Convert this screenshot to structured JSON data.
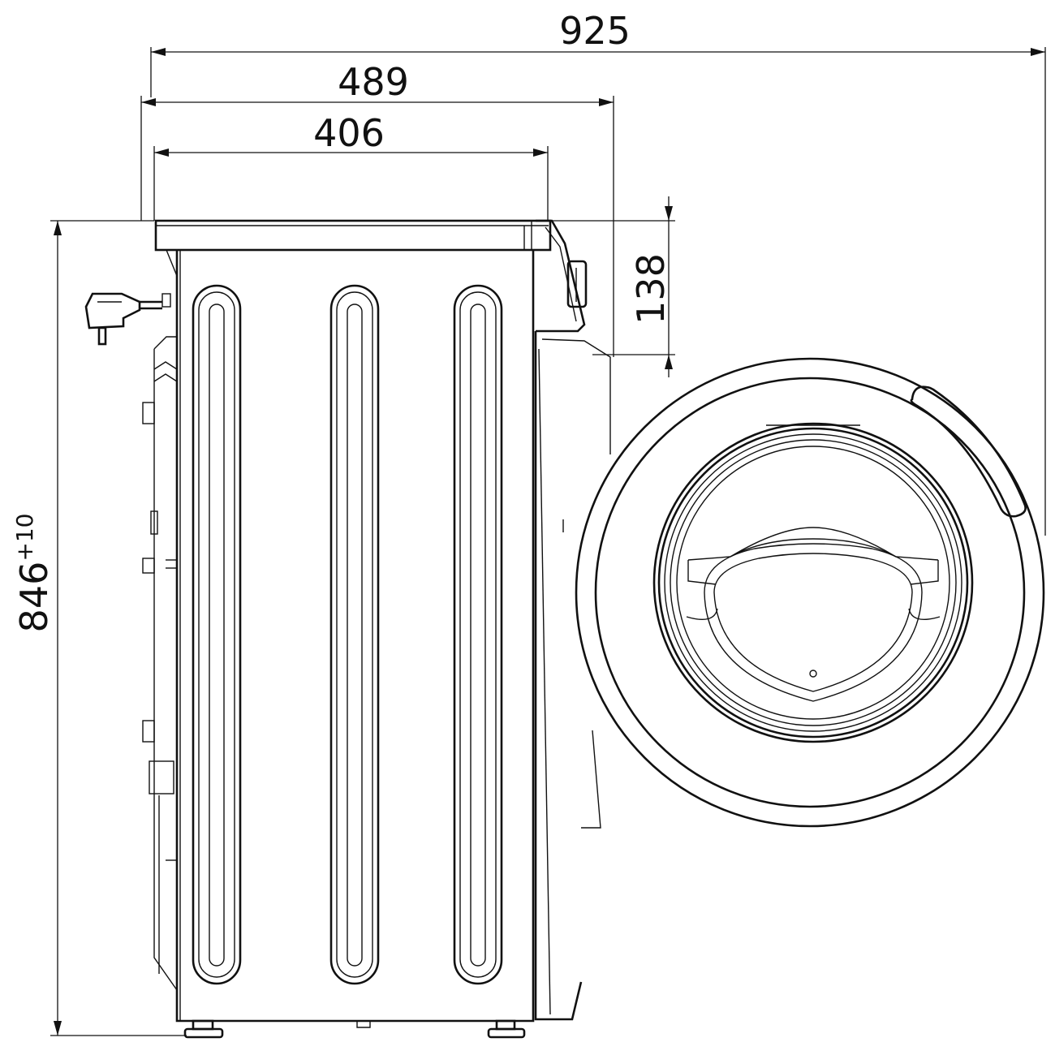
{
  "dimensions": {
    "total_depth": "925",
    "depth_with_door": "489",
    "body_depth": "406",
    "panel_height": "138",
    "height": "846",
    "height_tolerance": "+10"
  },
  "colors": {
    "line": "#111111",
    "background": "#ffffff"
  }
}
